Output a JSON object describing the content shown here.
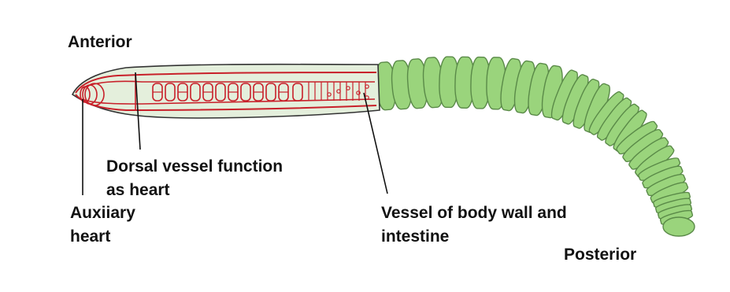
{
  "labels": {
    "anterior": "Anterior",
    "dorsal_vessel_line1": "Dorsal vessel function",
    "dorsal_vessel_line2": "as heart",
    "auxiliary_heart_line1": "Auxiiary",
    "auxiliary_heart_line2": "heart",
    "vessel_body_wall_line1": "Vessel of body wall and",
    "vessel_body_wall_line2": "intestine",
    "posterior": "Posterior"
  },
  "colors": {
    "body_fill": "#e4efdc",
    "segment_fill": "#9ad47c",
    "segment_stroke": "#5a8a48",
    "vessel_red": "#c8202a",
    "outline": "#333333",
    "leader_line": "#111111"
  }
}
